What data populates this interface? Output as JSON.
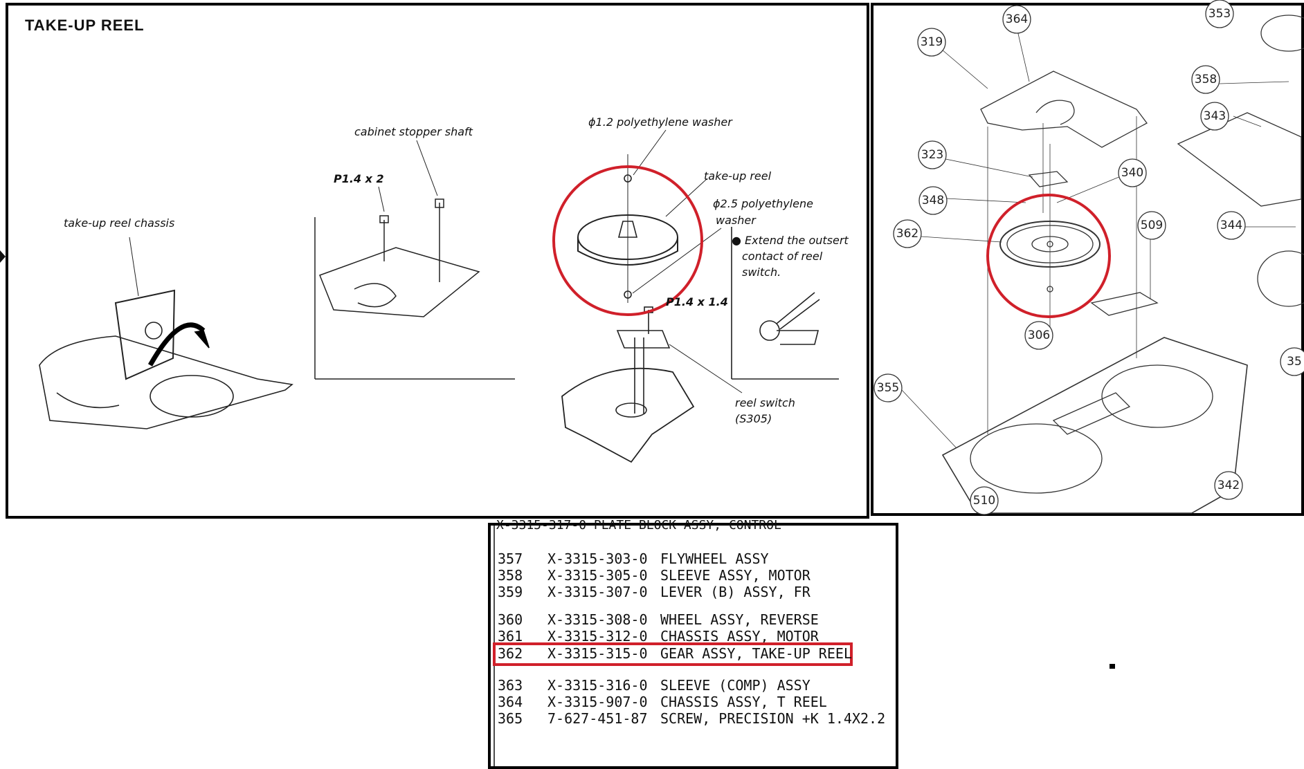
{
  "left_panel": {
    "title": "TAKE-UP REEL",
    "labels": {
      "chassis": "take-up reel chassis",
      "stopper": "cabinet stopper shaft",
      "screw_a": "P1.4 x 2",
      "washer_small": "ϕ1.2 polyethylene washer",
      "reel": "take-up reel",
      "washer_large_1": "ϕ2.5 polyethylene",
      "washer_large_2": "washer",
      "note_1": "● Extend the outsert",
      "note_2": "contact of reel",
      "note_3": "switch.",
      "screw_b": "P1.4 x 1.4",
      "switch_1": "reel switch",
      "switch_2": "(S305)"
    }
  },
  "right_panel": {
    "callouts": [
      "319",
      "364",
      "353",
      "358",
      "343",
      "323",
      "340",
      "348",
      "362",
      "509",
      "344",
      "306",
      "355",
      "35",
      "510",
      "342"
    ]
  },
  "parts_list": {
    "cut_row": "X-3315-317-0  PLATE BLOCK ASSY, CONTROL",
    "rows": [
      {
        "no": "357",
        "code": "X-3315-303-0",
        "desc": "FLYWHEEL ASSY"
      },
      {
        "no": "358",
        "code": "X-3315-305-0",
        "desc": "SLEEVE ASSY, MOTOR"
      },
      {
        "no": "359",
        "code": "X-3315-307-0",
        "desc": "LEVER (B) ASSY, FR"
      },
      {
        "no": "360",
        "code": "X-3315-308-0",
        "desc": "WHEEL ASSY, REVERSE"
      },
      {
        "no": "361",
        "code": "X-3315-312-0",
        "desc": "CHASSIS ASSY, MOTOR"
      },
      {
        "no": "362",
        "code": "X-3315-315-0",
        "desc": "GEAR ASSY, TAKE-UP REEL"
      },
      {
        "no": "363",
        "code": "X-3315-316-0",
        "desc": "SLEEVE (COMP) ASSY"
      },
      {
        "no": "364",
        "code": "X-3315-907-0",
        "desc": "CHASSIS ASSY, T REEL"
      },
      {
        "no": "365",
        "code": "7-627-451-87",
        "desc": "SCREW, PRECISION +K 1.4X2.2"
      }
    ]
  },
  "highlight_color": "#d0202a"
}
